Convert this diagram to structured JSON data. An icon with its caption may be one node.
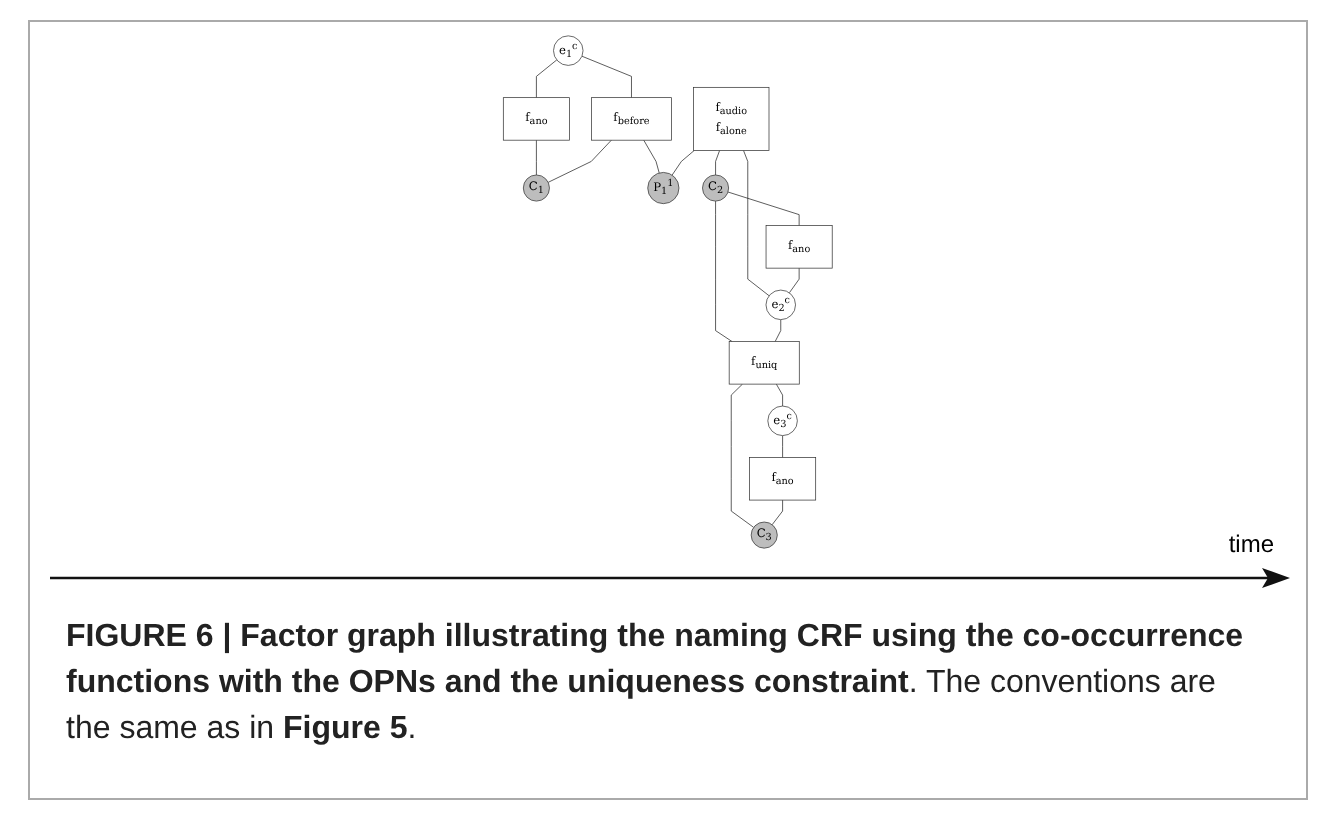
{
  "diagram": {
    "caption": "**FIGURE 6 | Factor graph illustrating the naming CRF using the co-occurrence functions with the OPNs and the uniqueness constraint**. The conventions are the same as in **Figure 5**.",
    "nodes": [
      {
        "text": [
          "e$_{1}$$^{c}$"
        ]
      },
      {
        "text": [
          "f$_{ano}$"
        ]
      },
      {
        "text": [
          "f$_{before}$"
        ]
      },
      {
        "text": [
          "C$_{1}$"
        ]
      },
      {
        "text": [
          "f$_{audio}$",
          "f$_{alone}$"
        ]
      },
      {
        "text": [
          "P$_{1}$$^{1}$"
        ]
      },
      {
        "text": [
          "C$_{2}$"
        ]
      },
      {
        "text": [
          "f$_{ano}$"
        ]
      },
      {
        "text": [
          "e$_{2}$$^{c}$"
        ]
      },
      {
        "text": [
          "f$_{uniq}$"
        ]
      },
      {
        "text": [
          "e$_{3}$$^{c}$"
        ]
      },
      {
        "text": [
          "f$_{ano}$"
        ]
      },
      {
        "text": [
          "C$_{3}$"
        ]
      }
    ],
    "edges": [
      {
        "from": 0,
        "to": 1,
        "arrow": "none"
      },
      {
        "from": 0,
        "to": 2,
        "arrow": "none"
      },
      {
        "from": 1,
        "to": 3,
        "arrow": "none"
      },
      {
        "from": 2,
        "to": 3,
        "arrow": "none"
      },
      {
        "from": 2,
        "to": 5,
        "arrow": "none"
      },
      {
        "from": 4,
        "to": 5,
        "arrow": "none"
      },
      {
        "from": 4,
        "to": 6,
        "arrow": "none"
      },
      {
        "from": 4,
        "to": 8,
        "arrow": "none"
      },
      {
        "from": 6,
        "to": 7,
        "arrow": "none"
      },
      {
        "from": 7,
        "to": 8,
        "arrow": "none"
      },
      {
        "from": 6,
        "to": 9,
        "arrow": "none"
      },
      {
        "from": 8,
        "to": 9,
        "arrow": "none"
      },
      {
        "from": 9,
        "to": 12,
        "arrow": "none"
      },
      {
        "from": 9,
        "to": 10,
        "arrow": "none"
      },
      {
        "from": 10,
        "to": 11,
        "arrow": "none"
      },
      {
        "from": 11,
        "to": 12,
        "arrow": "none"
      }
    ],
    "labels": [
      "time"
    ]
  }
}
